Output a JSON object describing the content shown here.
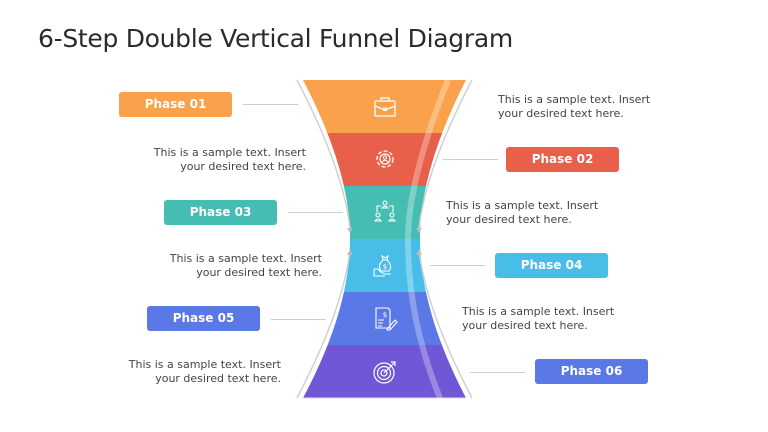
{
  "title": "6-Step Double Vertical Funnel Diagram",
  "colors": {
    "phase1": "#F9A24B",
    "phase2": "#E8604A",
    "phase3": "#45BDB3",
    "phase4": "#47BDE8",
    "phase5": "#5A78E6",
    "phase6": "#6F57D6"
  },
  "phases": [
    {
      "label": "Phase 01",
      "icon": "briefcase-icon",
      "text_line1": "This is a sample text. Insert",
      "text_line2": "your desired text here."
    },
    {
      "label": "Phase 02",
      "icon": "gear-user-icon",
      "text_line1": "This is a sample text. Insert",
      "text_line2": "your desired text here."
    },
    {
      "label": "Phase 03",
      "icon": "org-chart-icon",
      "text_line1": "This is a sample text. Insert",
      "text_line2": "your desired text here."
    },
    {
      "label": "Phase 04",
      "icon": "money-bag-hand-icon",
      "text_line1": "This is a sample text. Insert",
      "text_line2": "your desired text here."
    },
    {
      "label": "Phase 05",
      "icon": "invoice-pen-icon",
      "text_line1": "This is a sample text. Insert",
      "text_line2": "your desired text here."
    },
    {
      "label": "Phase 06",
      "icon": "target-icon",
      "text_line1": "This is a sample text. Insert",
      "text_line2": "your desired text here."
    }
  ]
}
